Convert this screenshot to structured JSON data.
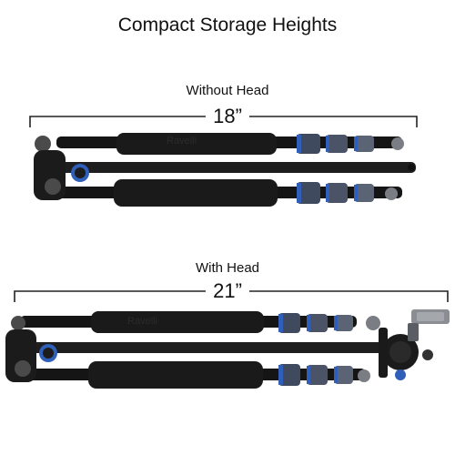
{
  "title": "Compact Storage Heights",
  "sections": [
    {
      "label": "Without Head",
      "measurement": "18”"
    },
    {
      "label": "With Head",
      "measurement": "21”"
    }
  ],
  "brand": "Ravelli",
  "colors": {
    "accent_blue": "#2f5fb8",
    "foam_black": "#1a1a1a",
    "metal_gray": "#7a7e84",
    "line": "#222222"
  }
}
